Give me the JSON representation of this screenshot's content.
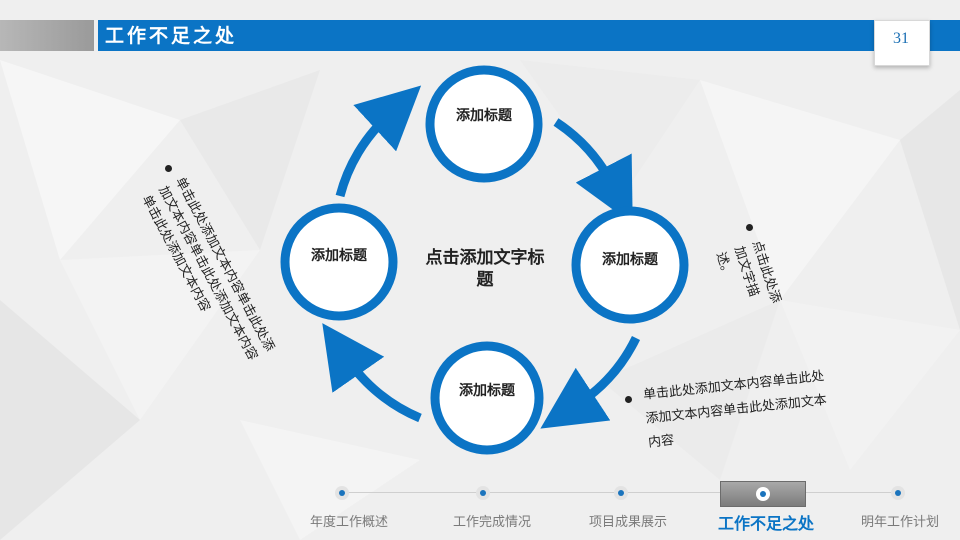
{
  "header": {
    "title": "工作不足之处",
    "page_number": "31"
  },
  "diagram": {
    "center_title": "点击添加文字标题",
    "nodes": [
      {
        "label": "添加标题"
      },
      {
        "label": "添加标题"
      },
      {
        "label": "添加标题"
      },
      {
        "label": "添加标题"
      }
    ]
  },
  "text_blocks": {
    "left": "单击此处添加文本内容单击此处添加文本内容单击此处添加文本内容单击此处添加文本内容",
    "right_top": "点击此处添加文字描述。",
    "right_bottom": "单击此处添加文本内容单击此处添加文本内容单击此处添加文本内容"
  },
  "nav": {
    "items": [
      {
        "label": "年度工作概述",
        "active": false
      },
      {
        "label": "工作完成情况",
        "active": false
      },
      {
        "label": "项目成果展示",
        "active": false
      },
      {
        "label": "工作不足之处",
        "active": true
      },
      {
        "label": "明年工作计划",
        "active": false
      }
    ]
  },
  "colors": {
    "accent": "#0b74c5",
    "header_gray": "#a8a8a8",
    "background": "#eeeeee"
  }
}
